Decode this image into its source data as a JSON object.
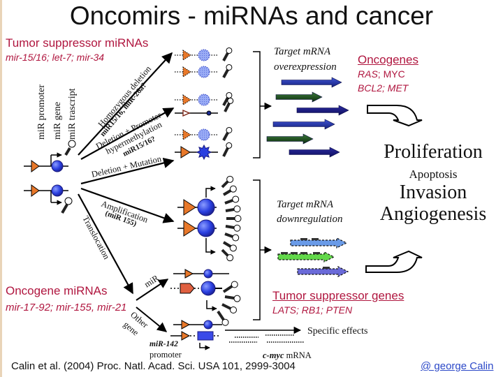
{
  "title": "Oncomirs - miRNAs and cancer",
  "tumor_suppressor_mirnas": {
    "heading": "Tumor suppressor miRNAs",
    "examples": "mir-15/16; let-7; mir-34"
  },
  "oncogene_mirnas": {
    "heading": "Oncogene miRNAs",
    "examples": "mir-17-92; mir-155, mir-21"
  },
  "gene_legend": {
    "promoter": "miR promoter",
    "gene": "miR gene",
    "transcript": "miR trascript"
  },
  "mechanisms": {
    "homozygous_deletion": "Homozygous deletion",
    "homozygous_deletion_examples": "miR15/16, miR-26a?",
    "deletion_promoter": "Deletion + Promoter",
    "hypermethylation": "hypermethylation",
    "hypermethylation_examples": "miR15/16?",
    "deletion_mutation": "Deletion + Mutation",
    "amplification": "Amplification",
    "amplification_example": "(miR 155)",
    "translocation": "Translocation",
    "mir_branch": "miR",
    "other_gene_line1": "Other",
    "other_gene_line2": "gene"
  },
  "target_overexpression": {
    "line1": "Target mRNA",
    "line2": "overexpression"
  },
  "target_downregulation": {
    "line1": "Target mRNA",
    "line2": "downregulation"
  },
  "oncogenes": {
    "heading": "Oncogenes",
    "line1_italic": "RAS",
    "line1_rest": "; MYC",
    "line2": "BCL2; MET"
  },
  "tumor_suppressor_genes": {
    "heading": "Tumor suppressor genes",
    "examples": "LATS; RB1; PTEN"
  },
  "outcomes": {
    "proliferation": "Proliferation",
    "apoptosis": "Apoptosis",
    "invasion": "Invasion",
    "angiogenesis": "Angiogenesis"
  },
  "translocation_detail": {
    "mir142": "miR-142",
    "promoter": "promoter",
    "cmyc": "c-myc",
    "mrna": " mRNA",
    "specific_effects": "Specific effects"
  },
  "citation": "Calin et al. (2004) Proc. Natl. Acad. Sci. USA 101, 2999-3004",
  "credit": "@ george Calin",
  "colors": {
    "accent_red": "#b0163f",
    "promoter_orange": "#e8782a",
    "gene_blue": "#2a3fe0",
    "mrna_dark_blue": "#1a1a8a",
    "mrna_green": "#1b4a1b",
    "link_blue": "#2b48c8"
  }
}
